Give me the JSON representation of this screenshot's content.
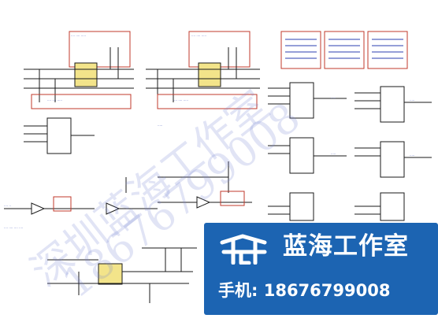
{
  "banner": {
    "studio_name": "蓝海工作室",
    "phone_label": "手机:",
    "phone_number": "18676799008",
    "background": "#1c64b2",
    "text_color": "#ffffff"
  },
  "watermark": {
    "text_1": "深圳蓝海工作室",
    "text_2": "18676799008",
    "color": "#7882d2"
  },
  "schematic": {
    "wire_color": "#1a1a1a",
    "box_color": "#c0392b",
    "label_color": "#c0392b",
    "net_color": "#2b3fb0"
  }
}
